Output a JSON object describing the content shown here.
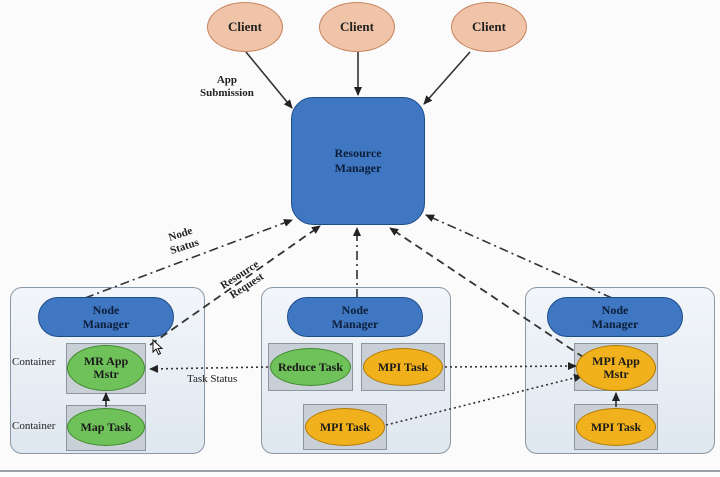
{
  "clients": [
    "Client",
    "Client",
    "Client"
  ],
  "resource_manager": {
    "line1": "Resource",
    "line2": "Manager"
  },
  "node_manager": {
    "line1": "Node",
    "line2": "Manager"
  },
  "tasks": {
    "mr_app_master": {
      "line1": "MR App",
      "line2": "Mstr"
    },
    "map_task": "Map Task",
    "reduce_task": "Reduce Task",
    "mpi_task": "MPI Task",
    "mpi_app_master": {
      "line1": "MPI App",
      "line2": "Mstr"
    }
  },
  "labels": {
    "app_submission": {
      "line1": "App",
      "line2": "Submission"
    },
    "node_status": {
      "line1": "Node",
      "line2": "Status"
    },
    "resource_request": {
      "line1": "Resource",
      "line2": "Request"
    },
    "task_status": "Task Status",
    "container": "Container"
  },
  "colors": {
    "client_fill": "#f0c4a8",
    "manager_fill": "#3f77c2",
    "mr_task_fill": "#6fc25a",
    "mpi_task_fill": "#f1b11c"
  }
}
